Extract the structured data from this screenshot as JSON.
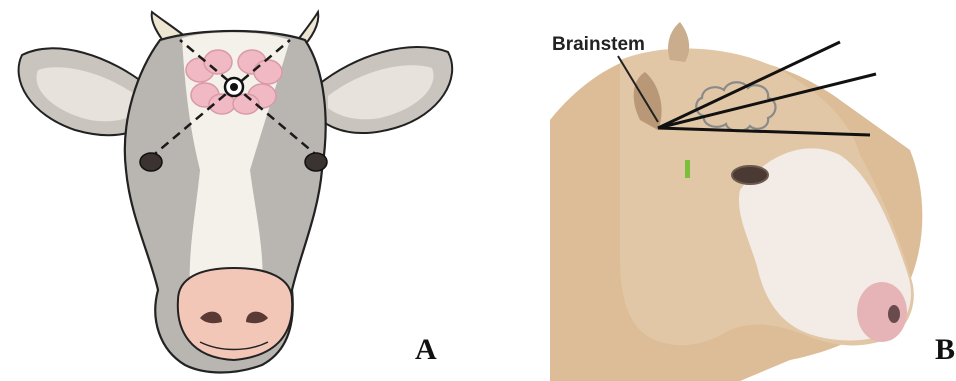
{
  "panels": [
    {
      "letter": "A",
      "subject": "cow-head-front-illustration"
    },
    {
      "letter": "B",
      "subject": "cow-head-side-photo",
      "label": "Brainstem"
    }
  ],
  "colors": {
    "cow_grey": "#b9b6b1",
    "cow_white": "#f4f1ea",
    "brain_pink": "#f0b9c4",
    "muzzle_pink": "#f3c7b8",
    "tan_fur": "#d6b48f",
    "line": "#1a1a1a"
  }
}
